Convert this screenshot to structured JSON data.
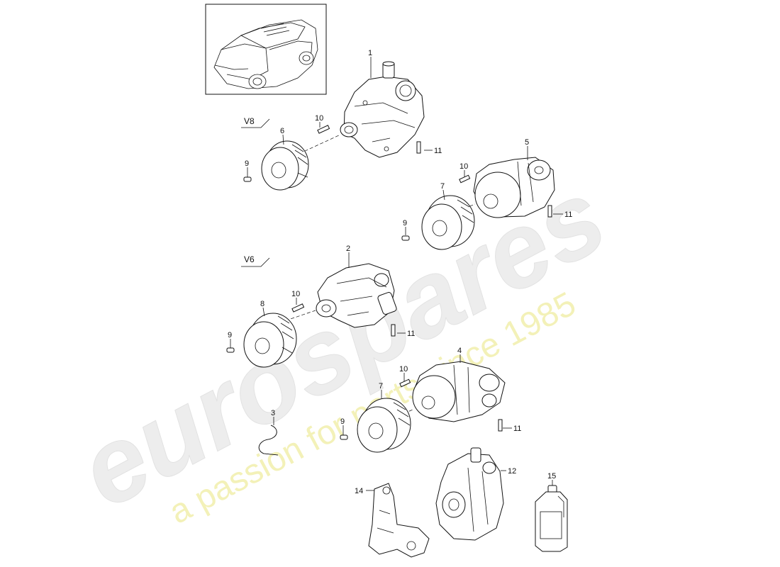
{
  "watermark": {
    "brand": "eurospares",
    "tagline": "a passion for parts since 1985"
  },
  "engine_labels": {
    "v8": "V8",
    "v6": "V6"
  },
  "callouts": {
    "c1": "1",
    "c2": "2",
    "c3": "3",
    "c4": "4",
    "c5": "5",
    "c6": "6",
    "c7a": "7",
    "c7b": "7",
    "c8": "8",
    "c9a": "9",
    "c9b": "9",
    "c9c": "9",
    "c9d": "9",
    "c10a": "10",
    "c10b": "10",
    "c10c": "10",
    "c10d": "10",
    "c11a": "11",
    "c11b": "11",
    "c11c": "11",
    "c11d": "11",
    "c12": "12",
    "c14": "14",
    "c15": "15"
  }
}
